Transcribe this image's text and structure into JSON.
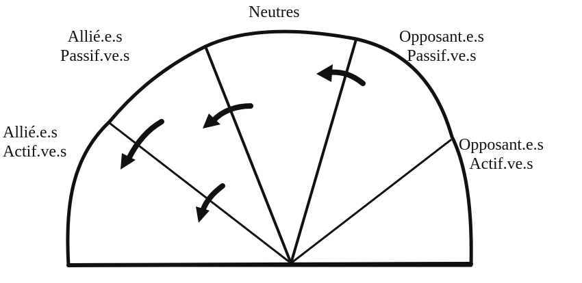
{
  "labels": {
    "neutral": "Neutres",
    "allies_passive": [
      "Allié.e.s",
      "Passif.ve.s"
    ],
    "allies_active": [
      "Allié.e.s",
      "Actif.ve.s"
    ],
    "opponents_passive": [
      "Opposant.e.s",
      "Passif.ve.s"
    ],
    "opponents_active": [
      "Opposant.e.s",
      "Actif.ve.s"
    ]
  },
  "colors": {
    "ink": "#111111",
    "background": "#ffffff"
  }
}
